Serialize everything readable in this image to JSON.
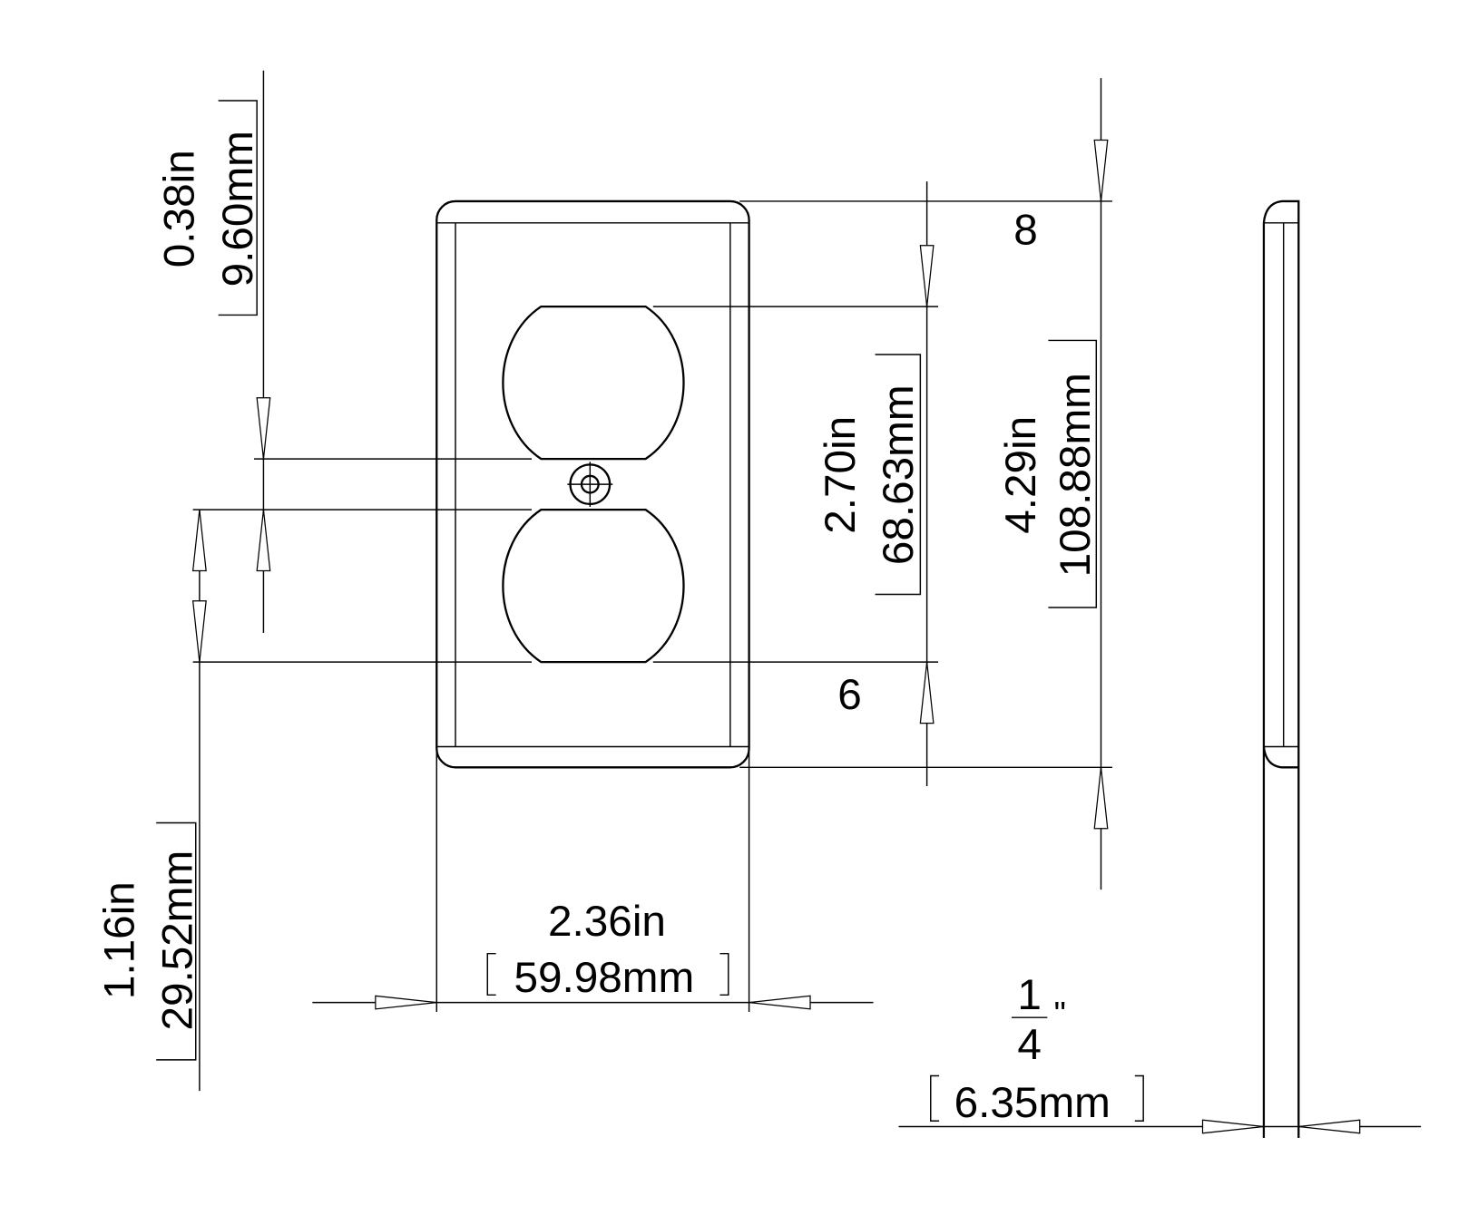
{
  "title": "Duplex receptacle wall plate dimensions",
  "dimensions": {
    "screw_to_outlet": {
      "in": "0.38in",
      "mm": "9.60mm"
    },
    "outlet_to_bottom_edge": {
      "in": "1.16in",
      "mm": "29.52mm"
    },
    "width": {
      "in": "2.36in",
      "mm": "59.98mm"
    },
    "outlet_span": {
      "in": "2.70in",
      "mm": "68.63mm"
    },
    "height": {
      "in": "4.29in",
      "mm": "108.88mm"
    },
    "thickness": {
      "num": "1",
      "den": "4",
      "unit": "\"",
      "mm": "6.35mm"
    }
  },
  "callouts": {
    "top": "8",
    "bottom": "6"
  }
}
